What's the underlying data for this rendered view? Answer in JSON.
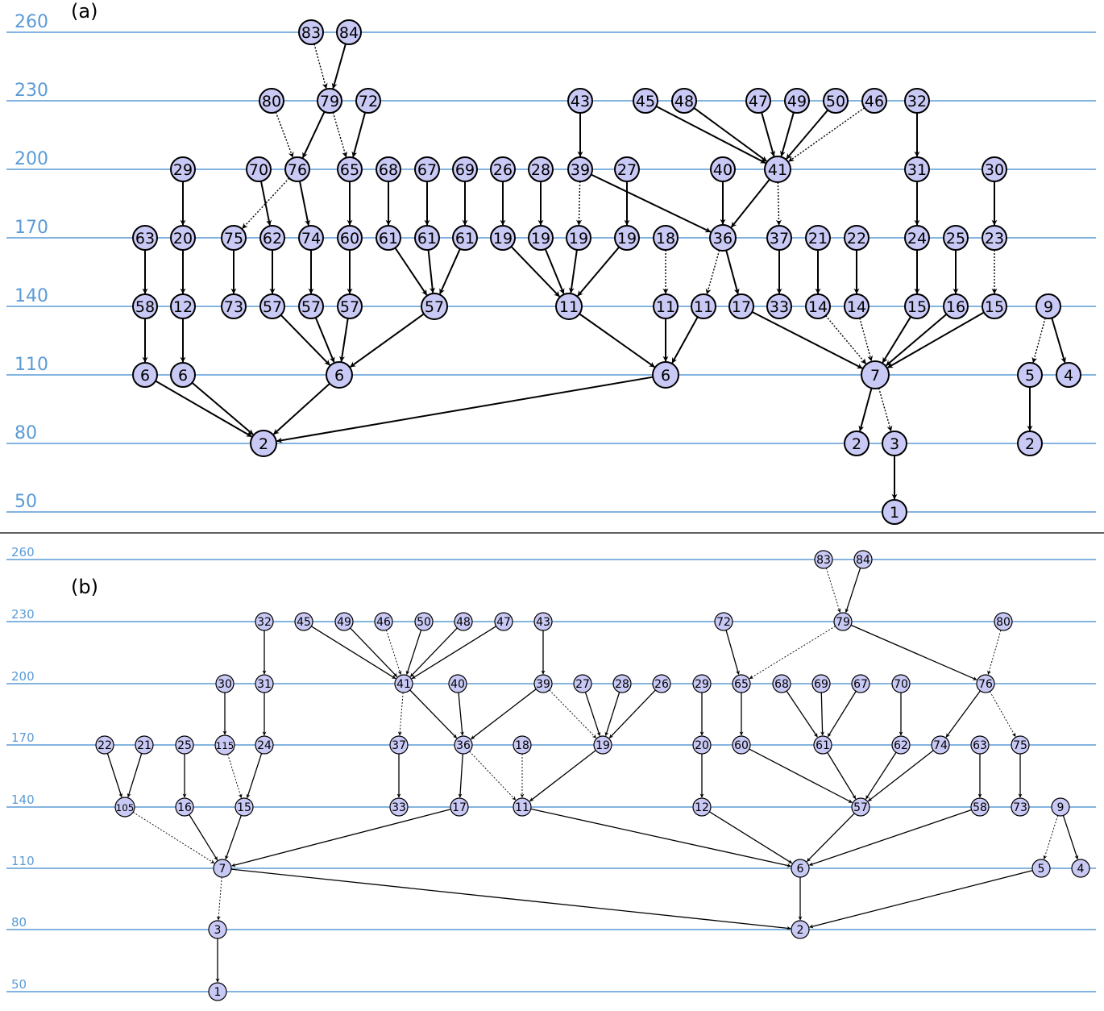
{
  "panels": [
    {
      "label": "(a)",
      "levels": [
        "260",
        "230",
        "200",
        "170",
        "140",
        "110",
        "80",
        "50"
      ],
      "nodes": [
        {
          "id": "a83",
          "t": "83"
        },
        {
          "id": "a84",
          "t": "84"
        },
        {
          "id": "a80",
          "t": "80"
        },
        {
          "id": "a79",
          "t": "79"
        },
        {
          "id": "a72",
          "t": "72"
        },
        {
          "id": "a43",
          "t": "43"
        },
        {
          "id": "a45",
          "t": "45"
        },
        {
          "id": "a48",
          "t": "48"
        },
        {
          "id": "a47",
          "t": "47"
        },
        {
          "id": "a49",
          "t": "49"
        },
        {
          "id": "a50",
          "t": "50"
        },
        {
          "id": "a46",
          "t": "46"
        },
        {
          "id": "a32",
          "t": "32"
        },
        {
          "id": "a29",
          "t": "29"
        },
        {
          "id": "a70",
          "t": "70"
        },
        {
          "id": "a76",
          "t": "76"
        },
        {
          "id": "a65",
          "t": "65"
        },
        {
          "id": "a68",
          "t": "68"
        },
        {
          "id": "a67",
          "t": "67"
        },
        {
          "id": "a69",
          "t": "69"
        },
        {
          "id": "a26",
          "t": "26"
        },
        {
          "id": "a28",
          "t": "28"
        },
        {
          "id": "a39",
          "t": "39"
        },
        {
          "id": "a27",
          "t": "27"
        },
        {
          "id": "a40",
          "t": "40"
        },
        {
          "id": "a41",
          "t": "41"
        },
        {
          "id": "a31",
          "t": "31"
        },
        {
          "id": "a30",
          "t": "30"
        },
        {
          "id": "a63",
          "t": "63"
        },
        {
          "id": "a20",
          "t": "20"
        },
        {
          "id": "a75",
          "t": "75"
        },
        {
          "id": "a62",
          "t": "62"
        },
        {
          "id": "a74",
          "t": "74"
        },
        {
          "id": "a60",
          "t": "60"
        },
        {
          "id": "a61a",
          "t": "61"
        },
        {
          "id": "a61b",
          "t": "61"
        },
        {
          "id": "a61c",
          "t": "61"
        },
        {
          "id": "a19a",
          "t": "19"
        },
        {
          "id": "a19b",
          "t": "19"
        },
        {
          "id": "a19c",
          "t": "19"
        },
        {
          "id": "a19d",
          "t": "19"
        },
        {
          "id": "a18",
          "t": "18"
        },
        {
          "id": "a36",
          "t": "36"
        },
        {
          "id": "a37",
          "t": "37"
        },
        {
          "id": "a21",
          "t": "21"
        },
        {
          "id": "a22",
          "t": "22"
        },
        {
          "id": "a24",
          "t": "24"
        },
        {
          "id": "a25",
          "t": "25"
        },
        {
          "id": "a23",
          "t": "23"
        },
        {
          "id": "a58",
          "t": "58"
        },
        {
          "id": "a12",
          "t": "12"
        },
        {
          "id": "a73",
          "t": "73"
        },
        {
          "id": "a57a",
          "t": "57"
        },
        {
          "id": "a57b",
          "t": "57"
        },
        {
          "id": "a57c",
          "t": "57"
        },
        {
          "id": "a57d",
          "t": "57"
        },
        {
          "id": "a11a",
          "t": "11"
        },
        {
          "id": "a11b",
          "t": "11"
        },
        {
          "id": "a11c",
          "t": "11"
        },
        {
          "id": "a17",
          "t": "17"
        },
        {
          "id": "a33",
          "t": "33"
        },
        {
          "id": "a14a",
          "t": "14"
        },
        {
          "id": "a14b",
          "t": "14"
        },
        {
          "id": "a15a",
          "t": "15"
        },
        {
          "id": "a16",
          "t": "16"
        },
        {
          "id": "a15b",
          "t": "15"
        },
        {
          "id": "a9",
          "t": "9"
        },
        {
          "id": "a6a",
          "t": "6"
        },
        {
          "id": "a6b",
          "t": "6"
        },
        {
          "id": "a6c",
          "t": "6"
        },
        {
          "id": "a6d",
          "t": "6"
        },
        {
          "id": "a7",
          "t": "7"
        },
        {
          "id": "a5",
          "t": "5"
        },
        {
          "id": "a4",
          "t": "4"
        },
        {
          "id": "a2a",
          "t": "2"
        },
        {
          "id": "a2b",
          "t": "2"
        },
        {
          "id": "a3",
          "t": "3"
        },
        {
          "id": "a2c",
          "t": "2"
        },
        {
          "id": "a1",
          "t": "1"
        }
      ],
      "edges": [
        [
          "a83",
          "a79",
          "d"
        ],
        [
          "a84",
          "a79",
          "s"
        ],
        [
          "a80",
          "a76",
          "d"
        ],
        [
          "a79",
          "a76",
          "s"
        ],
        [
          "a79",
          "a65",
          "d"
        ],
        [
          "a72",
          "a65",
          "s"
        ],
        [
          "a43",
          "a39",
          "s"
        ],
        [
          "a45",
          "a41",
          "s"
        ],
        [
          "a48",
          "a41",
          "s"
        ],
        [
          "a47",
          "a41",
          "s"
        ],
        [
          "a49",
          "a41",
          "s"
        ],
        [
          "a50",
          "a41",
          "s"
        ],
        [
          "a46",
          "a41",
          "d"
        ],
        [
          "a32",
          "a31",
          "s"
        ],
        [
          "a29",
          "a20",
          "s"
        ],
        [
          "a70",
          "a62",
          "s"
        ],
        [
          "a76",
          "a75",
          "d"
        ],
        [
          "a76",
          "a74",
          "s"
        ],
        [
          "a65",
          "a60",
          "s"
        ],
        [
          "a68",
          "a61a",
          "s"
        ],
        [
          "a67",
          "a61b",
          "s"
        ],
        [
          "a69",
          "a61c",
          "s"
        ],
        [
          "a26",
          "a19a",
          "s"
        ],
        [
          "a28",
          "a19b",
          "s"
        ],
        [
          "a39",
          "a19c",
          "d"
        ],
        [
          "a27",
          "a19d",
          "s"
        ],
        [
          "a39",
          "a36",
          "s"
        ],
        [
          "a40",
          "a36",
          "s"
        ],
        [
          "a41",
          "a36",
          "s"
        ],
        [
          "a41",
          "a37",
          "d"
        ],
        [
          "a31",
          "a24",
          "s"
        ],
        [
          "a30",
          "a23",
          "s"
        ],
        [
          "a63",
          "a58",
          "s"
        ],
        [
          "a20",
          "a12",
          "s"
        ],
        [
          "a75",
          "a73",
          "s"
        ],
        [
          "a62",
          "a57a",
          "s"
        ],
        [
          "a74",
          "a57b",
          "s"
        ],
        [
          "a60",
          "a57c",
          "s"
        ],
        [
          "a61a",
          "a57d",
          "s"
        ],
        [
          "a61b",
          "a57d",
          "s"
        ],
        [
          "a61c",
          "a57d",
          "s"
        ],
        [
          "a19a",
          "a11a",
          "s"
        ],
        [
          "a19b",
          "a11a",
          "s"
        ],
        [
          "a19c",
          "a11a",
          "s"
        ],
        [
          "a19d",
          "a11a",
          "s"
        ],
        [
          "a18",
          "a11b",
          "d"
        ],
        [
          "a36",
          "a11c",
          "d"
        ],
        [
          "a36",
          "a17",
          "s"
        ],
        [
          "a37",
          "a33",
          "s"
        ],
        [
          "a21",
          "a14a",
          "s"
        ],
        [
          "a22",
          "a14b",
          "s"
        ],
        [
          "a24",
          "a15a",
          "s"
        ],
        [
          "a25",
          "a16",
          "s"
        ],
        [
          "a23",
          "a15b",
          "d"
        ],
        [
          "a58",
          "a6a",
          "s"
        ],
        [
          "a12",
          "a6b",
          "s"
        ],
        [
          "a57a",
          "a6c",
          "s"
        ],
        [
          "a57b",
          "a6c",
          "s"
        ],
        [
          "a57c",
          "a6c",
          "s"
        ],
        [
          "a57d",
          "a6c",
          "s"
        ],
        [
          "a11a",
          "a6d",
          "s"
        ],
        [
          "a11b",
          "a6d",
          "s"
        ],
        [
          "a11c",
          "a6d",
          "s"
        ],
        [
          "a17",
          "a7",
          "s"
        ],
        [
          "a14a",
          "a7",
          "d"
        ],
        [
          "a14b",
          "a7",
          "d"
        ],
        [
          "a15a",
          "a7",
          "s"
        ],
        [
          "a16",
          "a7",
          "s"
        ],
        [
          "a15b",
          "a7",
          "s"
        ],
        [
          "a9",
          "a5",
          "d"
        ],
        [
          "a9",
          "a4",
          "s"
        ],
        [
          "a6a",
          "a2a",
          "s"
        ],
        [
          "a6b",
          "a2a",
          "s"
        ],
        [
          "a6c",
          "a2a",
          "s"
        ],
        [
          "a6d",
          "a2a",
          "s"
        ],
        [
          "a7",
          "a2b",
          "s"
        ],
        [
          "a7",
          "a3",
          "d"
        ],
        [
          "a5",
          "a2c",
          "s"
        ],
        [
          "a3",
          "a1",
          "s"
        ]
      ]
    },
    {
      "label": "(b)",
      "levels": [
        "260",
        "230",
        "200",
        "170",
        "140",
        "110",
        "80",
        "50"
      ],
      "nodes": [
        {
          "id": "b83",
          "t": "83"
        },
        {
          "id": "b84",
          "t": "84"
        },
        {
          "id": "b32",
          "t": "32"
        },
        {
          "id": "b45",
          "t": "45"
        },
        {
          "id": "b49",
          "t": "49"
        },
        {
          "id": "b46",
          "t": "46"
        },
        {
          "id": "b50",
          "t": "50"
        },
        {
          "id": "b48",
          "t": "48"
        },
        {
          "id": "b47",
          "t": "47"
        },
        {
          "id": "b43",
          "t": "43"
        },
        {
          "id": "b72",
          "t": "72"
        },
        {
          "id": "b79",
          "t": "79"
        },
        {
          "id": "b80",
          "t": "80"
        },
        {
          "id": "b30",
          "t": "30"
        },
        {
          "id": "b31",
          "t": "31"
        },
        {
          "id": "b41",
          "t": "41"
        },
        {
          "id": "b40",
          "t": "40"
        },
        {
          "id": "b39",
          "t": "39"
        },
        {
          "id": "b27",
          "t": "27"
        },
        {
          "id": "b28",
          "t": "28"
        },
        {
          "id": "b26",
          "t": "26"
        },
        {
          "id": "b29",
          "t": "29"
        },
        {
          "id": "b65",
          "t": "65"
        },
        {
          "id": "b68",
          "t": "68"
        },
        {
          "id": "b69",
          "t": "69"
        },
        {
          "id": "b67",
          "t": "67"
        },
        {
          "id": "b70",
          "t": "70"
        },
        {
          "id": "b76",
          "t": "76"
        },
        {
          "id": "b22",
          "t": "22"
        },
        {
          "id": "b21",
          "t": "21"
        },
        {
          "id": "b25",
          "t": "25"
        },
        {
          "id": "b115",
          "t": "115"
        },
        {
          "id": "b24",
          "t": "24"
        },
        {
          "id": "b37",
          "t": "37"
        },
        {
          "id": "b36",
          "t": "36"
        },
        {
          "id": "b18",
          "t": "18"
        },
        {
          "id": "b19",
          "t": "19"
        },
        {
          "id": "b20",
          "t": "20"
        },
        {
          "id": "b60",
          "t": "60"
        },
        {
          "id": "b61",
          "t": "61"
        },
        {
          "id": "b62",
          "t": "62"
        },
        {
          "id": "b74",
          "t": "74"
        },
        {
          "id": "b63",
          "t": "63"
        },
        {
          "id": "b75",
          "t": "75"
        },
        {
          "id": "b105",
          "t": "105"
        },
        {
          "id": "b16",
          "t": "16"
        },
        {
          "id": "b15",
          "t": "15"
        },
        {
          "id": "b33",
          "t": "33"
        },
        {
          "id": "b17",
          "t": "17"
        },
        {
          "id": "b11",
          "t": "11"
        },
        {
          "id": "b12",
          "t": "12"
        },
        {
          "id": "b57",
          "t": "57"
        },
        {
          "id": "b58",
          "t": "58"
        },
        {
          "id": "b73",
          "t": "73"
        },
        {
          "id": "b9",
          "t": "9"
        },
        {
          "id": "b7",
          "t": "7"
        },
        {
          "id": "b6",
          "t": "6"
        },
        {
          "id": "b5",
          "t": "5"
        },
        {
          "id": "b4",
          "t": "4"
        },
        {
          "id": "b3",
          "t": "3"
        },
        {
          "id": "b2",
          "t": "2"
        },
        {
          "id": "b1",
          "t": "1"
        }
      ],
      "edges": [
        [
          "b83",
          "b79",
          "d"
        ],
        [
          "b84",
          "b79",
          "s"
        ],
        [
          "b32",
          "b31",
          "s"
        ],
        [
          "b45",
          "b41",
          "s"
        ],
        [
          "b49",
          "b41",
          "s"
        ],
        [
          "b46",
          "b41",
          "d"
        ],
        [
          "b50",
          "b41",
          "s"
        ],
        [
          "b48",
          "b41",
          "s"
        ],
        [
          "b47",
          "b41",
          "s"
        ],
        [
          "b43",
          "b39",
          "s"
        ],
        [
          "b72",
          "b65",
          "s"
        ],
        [
          "b79",
          "b65",
          "d"
        ],
        [
          "b79",
          "b76",
          "s"
        ],
        [
          "b80",
          "b76",
          "d"
        ],
        [
          "b30",
          "b115",
          "s"
        ],
        [
          "b31",
          "b24",
          "s"
        ],
        [
          "b41",
          "b37",
          "d"
        ],
        [
          "b41",
          "b36",
          "s"
        ],
        [
          "b40",
          "b36",
          "s"
        ],
        [
          "b39",
          "b36",
          "s"
        ],
        [
          "b39",
          "b19",
          "d"
        ],
        [
          "b27",
          "b19",
          "s"
        ],
        [
          "b28",
          "b19",
          "s"
        ],
        [
          "b26",
          "b19",
          "s"
        ],
        [
          "b29",
          "b20",
          "s"
        ],
        [
          "b65",
          "b60",
          "s"
        ],
        [
          "b68",
          "b61",
          "s"
        ],
        [
          "b69",
          "b61",
          "s"
        ],
        [
          "b67",
          "b61",
          "s"
        ],
        [
          "b70",
          "b62",
          "s"
        ],
        [
          "b76",
          "b74",
          "s"
        ],
        [
          "b76",
          "b75",
          "d"
        ],
        [
          "b22",
          "b105",
          "s"
        ],
        [
          "b21",
          "b105",
          "s"
        ],
        [
          "b25",
          "b16",
          "s"
        ],
        [
          "b115",
          "b15",
          "d"
        ],
        [
          "b24",
          "b15",
          "s"
        ],
        [
          "b37",
          "b33",
          "s"
        ],
        [
          "b36",
          "b17",
          "s"
        ],
        [
          "b36",
          "b11",
          "d"
        ],
        [
          "b18",
          "b11",
          "d"
        ],
        [
          "b19",
          "b11",
          "s"
        ],
        [
          "b20",
          "b12",
          "s"
        ],
        [
          "b60",
          "b57",
          "s"
        ],
        [
          "b61",
          "b57",
          "s"
        ],
        [
          "b62",
          "b57",
          "s"
        ],
        [
          "b74",
          "b57",
          "s"
        ],
        [
          "b63",
          "b58",
          "s"
        ],
        [
          "b75",
          "b73",
          "s"
        ],
        [
          "b105",
          "b7",
          "d"
        ],
        [
          "b16",
          "b7",
          "s"
        ],
        [
          "b15",
          "b7",
          "s"
        ],
        [
          "b17",
          "b7",
          "s"
        ],
        [
          "b11",
          "b6",
          "s"
        ],
        [
          "b12",
          "b6",
          "s"
        ],
        [
          "b57",
          "b6",
          "s"
        ],
        [
          "b58",
          "b6",
          "s"
        ],
        [
          "b9",
          "b5",
          "d"
        ],
        [
          "b9",
          "b4",
          "s"
        ],
        [
          "b7",
          "b3",
          "d"
        ],
        [
          "b7",
          "b2",
          "s"
        ],
        [
          "b6",
          "b2",
          "s"
        ],
        [
          "b5",
          "b2",
          "s"
        ],
        [
          "b3",
          "b1",
          "s"
        ]
      ]
    }
  ]
}
